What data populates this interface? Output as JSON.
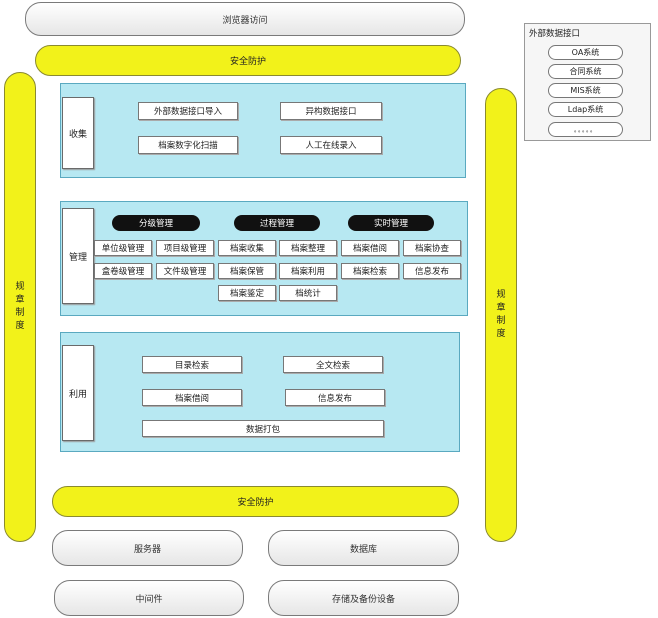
{
  "top": {
    "browser_access": "浏览器访问",
    "security_top": "安全防护"
  },
  "side": {
    "left_text": "规章制度",
    "right_text": "规章制度"
  },
  "collect": {
    "label": "收集",
    "items": [
      "外部数据接口导入",
      "异构数据接口",
      "档案数字化扫描",
      "人工在线录入"
    ]
  },
  "manage": {
    "label": "管理",
    "headers": [
      "分级管理",
      "过程管理",
      "实时管理"
    ],
    "items": [
      "单位级管理",
      "项目级管理",
      "档案收集",
      "档案整理",
      "档案借阅",
      "档案协查",
      "盒卷级管理",
      "文件级管理",
      "档案保管",
      "档案利用",
      "档案检索",
      "信息发布",
      "档案鉴定",
      "档统计"
    ]
  },
  "use": {
    "label": "利用",
    "items": [
      "目录检索",
      "全文检索",
      "档案借阅",
      "信息发布",
      "数据打包"
    ]
  },
  "bottom": {
    "security": "安全防护",
    "server": "服务器",
    "database": "数据库",
    "middleware": "中间件",
    "storage": "存储及备份设备"
  },
  "external": {
    "title": "外部数据接口",
    "items": [
      "OA系统",
      "合同系统",
      "MIS系统",
      "Ldap系统",
      "。。。。。"
    ]
  }
}
